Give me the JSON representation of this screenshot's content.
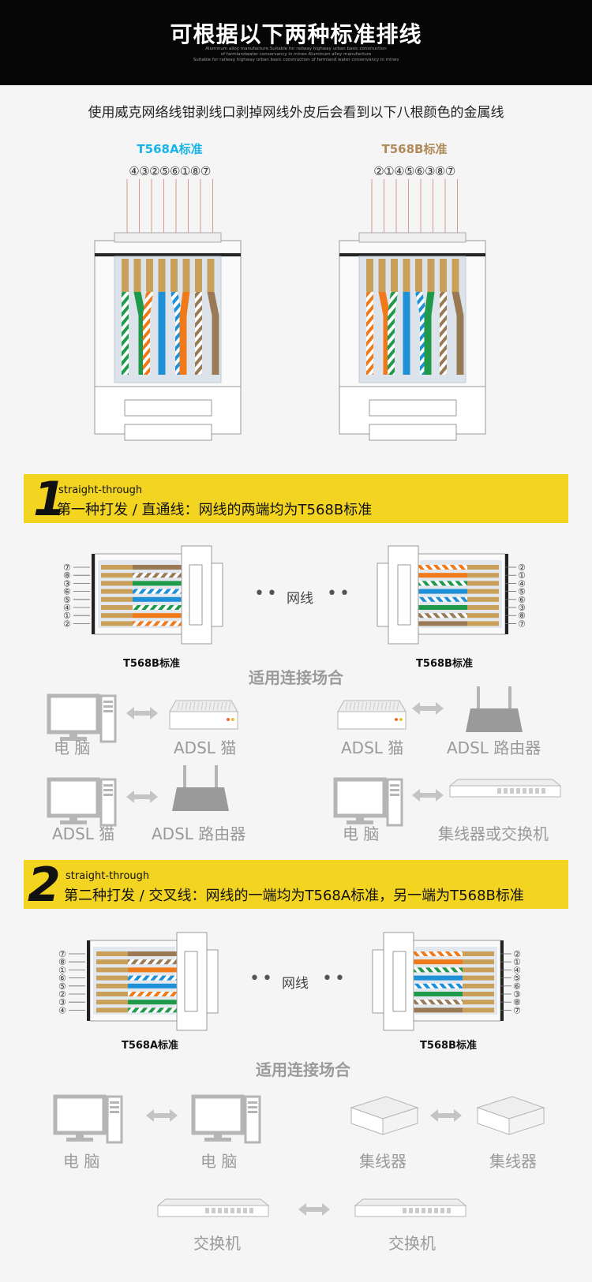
{
  "header": {
    "title": "可根据以下两种标准排线",
    "sub_lines": [
      "Aluminum alloy manufacture Suitable for railway highway urban basic construction",
      "of farmlandwater conservancy in mines Aluminum alloy manufacture",
      "Suitable for railway highway urban basic construction of farmland water conservancy in mines"
    ]
  },
  "intro": "使用威克网络线钳剥线口剥掉网线外皮后会看到以下八根颜色的金属线",
  "standards": {
    "a": {
      "title": "T568A标准",
      "order": "④③②⑤⑥①⑧⑦",
      "color": "#18b4e8"
    },
    "b": {
      "title": "T568B标准",
      "order": "②①④⑤⑥③⑧⑦",
      "color": "#b08a5a"
    }
  },
  "section1": {
    "num": "1",
    "en": "straight-through",
    "cn": "第一种打发 / 直通线：网线的两端均为T568B标准",
    "left_caption": "T568B标准",
    "right_caption": "T568B标准",
    "left_pins": [
      "⑦",
      "⑧",
      "③",
      "⑥",
      "⑤",
      "④",
      "①",
      "②"
    ],
    "right_pins": [
      "②",
      "①",
      "④",
      "⑤",
      "⑥",
      "③",
      "⑧",
      "⑦"
    ],
    "wire_label": "网线",
    "dots_left": "••",
    "dots_right": "••",
    "scene_title": "适用连接场合",
    "devices": [
      "电 脑",
      "ADSL 猫",
      "ADSL 猫",
      "ADSL 路由器",
      "ADSL 猫",
      "ADSL 路由器",
      "电 脑",
      "集线器或交换机"
    ]
  },
  "section2": {
    "num": "2",
    "en": "straight-through",
    "cn": "第二种打发 / 交叉线：网线的一端均为T568A标准，另一端为T568B标准",
    "left_caption": "T568A标准",
    "right_caption": "T568B标准",
    "left_pins": [
      "⑦",
      "⑧",
      "①",
      "⑥",
      "⑤",
      "②",
      "③",
      "④"
    ],
    "right_pins": [
      "②",
      "①",
      "④",
      "⑤",
      "⑥",
      "③",
      "⑧",
      "⑦"
    ],
    "wire_label": "网线",
    "dots_left": "••",
    "dots_right": "••",
    "scene_title": "适用连接场合",
    "devices": [
      "电 脑",
      "电 脑",
      "集线器",
      "集线器",
      "交换机",
      "交换机"
    ]
  },
  "colors": {
    "band": "#f3d521",
    "orange": "#f07a1a",
    "green": "#1f9a4a",
    "blue": "#1e90d8",
    "brown": "#9a7a55",
    "copper": "#c9a05a",
    "device_gray": "#b5b5b5"
  }
}
